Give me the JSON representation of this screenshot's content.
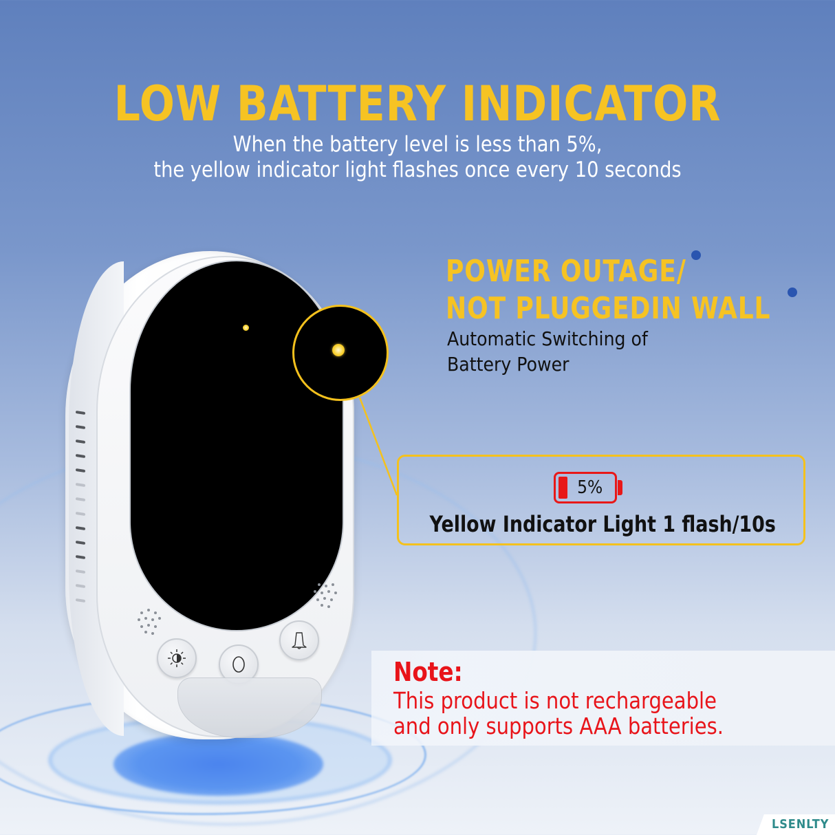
{
  "header": {
    "title": "LOW BATTERY INDICATOR",
    "subtitle_line1": "When the battery level is less than 5%,",
    "subtitle_line2": "the yellow indicator light flashes once every 10 seconds"
  },
  "power_section": {
    "title_line1": "POWER OUTAGE/",
    "title_line2": "NOT PLUGGEDIN WALL",
    "desc_line1": "Automatic Switching of",
    "desc_line2": "Battery Power"
  },
  "indicator_box": {
    "battery_percent": "5%",
    "battery_icon": "battery-low-icon",
    "label": "Yellow Indicator Light 1 flash/10s"
  },
  "device": {
    "buttons": [
      {
        "icon": "brightness-icon",
        "glyph": "◑"
      },
      {
        "icon": "power-circle-icon",
        "glyph": "◯"
      },
      {
        "icon": "bell-icon",
        "glyph": "⍾"
      }
    ],
    "led_color": "#f7cf2a"
  },
  "note": {
    "title": "Note:",
    "line1": "This product is not rechargeable",
    "line2": "and only supports AAA batteries."
  },
  "brand": {
    "name": "LSENLTY"
  },
  "colors": {
    "accent_yellow": "#f6c323",
    "alert_red": "#e8141a",
    "bg_top": "#5f80bd",
    "brand_teal": "#2e8b8b"
  }
}
